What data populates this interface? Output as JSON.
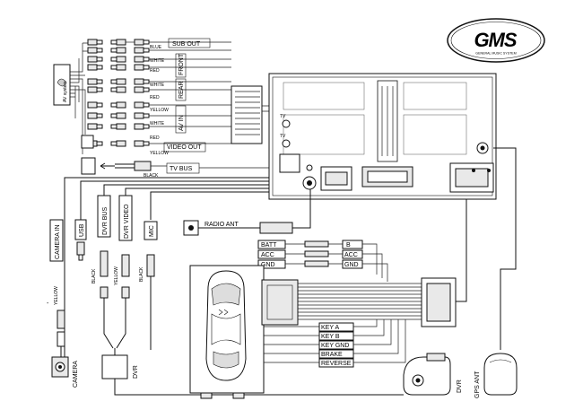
{
  "logo": {
    "mark": "GMS",
    "tagline": "GENERAL MUSIC SYSTEM",
    "brand_color": "#111111",
    "accent_color": "#2b2b2b"
  },
  "av_system_label": "AV system",
  "groups": {
    "sub_out": "SUB OUT",
    "front": "FRONT",
    "rear": "REAR",
    "av_in": "AV IN",
    "video_out": "VIDEO OUT",
    "tv_bus": "TV BUS"
  },
  "rca_colors": [
    "BLUE",
    "WHITE",
    "RED",
    "WHITE",
    "RED",
    "YELLOW",
    "WHITE",
    "RED",
    "YELLOW"
  ],
  "black_label": "BLACK",
  "ports": {
    "camera_in": "CAMERA IN",
    "usb": "USB",
    "dvr_bus": "DVR BUS",
    "dvr_video": "DVR VIDEO",
    "mic": "MIC"
  },
  "port_wires": {
    "camera_in": "",
    "usb": "",
    "dvr_bus": "BLACK",
    "dvr_video": "YELLOW",
    "mic": "BLACK"
  },
  "yellow_label": "YELLOW",
  "radio_ant": "RADIO ANT",
  "head_unit_badges": [
    "TV",
    "TV"
  ],
  "power_left": [
    "BATT",
    "ACC",
    "GND"
  ],
  "power_right": [
    "B",
    "ACC",
    "GND"
  ],
  "harness_labels": [
    "KEY A",
    "KEY B",
    "KEY GND",
    "BRAKE",
    "REVERSE"
  ],
  "devices": {
    "camera": "CAMERA",
    "dvr_box": "DVR",
    "dvr_cam": "DVR",
    "gps_ant": "GPS ANT"
  },
  "small_marks": [
    "-"
  ]
}
